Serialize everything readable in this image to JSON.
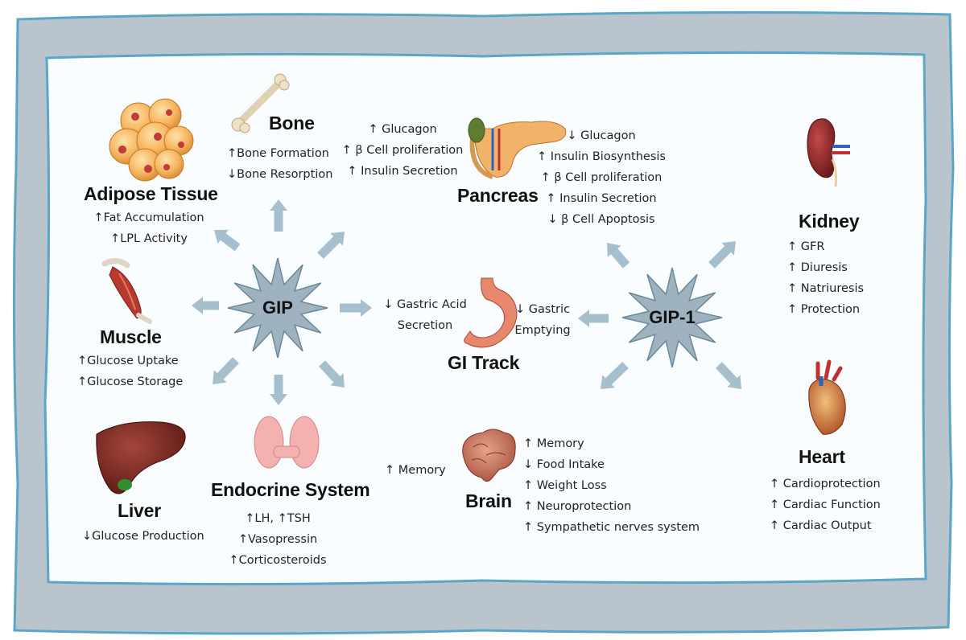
{
  "colors": {
    "frame_outer": "#b9c4cd",
    "frame_border": "#5aa6c8",
    "panel": "#fafdff",
    "star_fill": "#9eb3bf",
    "arrow_fill": "#a6bfcf"
  },
  "hubs": {
    "gip": "GIP",
    "gip1": "GIP-1"
  },
  "organs": {
    "adipose": {
      "title": "Adipose Tissue",
      "effects": [
        "↑Fat Accumulation",
        "↑LPL Activity"
      ]
    },
    "bone": {
      "title": "Bone",
      "effects": [
        "↑Bone Formation",
        "↓Bone Resorption"
      ]
    },
    "bone_pancreas_effects": [
      "↑ Glucagon",
      "↑ β Cell proliferation",
      "↑ Insulin Secretion"
    ],
    "pancreas": {
      "title": "Pancreas",
      "effects": [
        "↓ Glucagon",
        "↑ Insulin Biosynthesis",
        "↑ β Cell proliferation",
        "↑ Insulin Secretion",
        "↓ β Cell Apoptosis"
      ]
    },
    "kidney": {
      "title": "Kidney",
      "effects": [
        "↑ GFR",
        "↑ Diuresis",
        "↑ Natriuresis",
        "↑ Protection"
      ]
    },
    "muscle": {
      "title": "Muscle",
      "effects": [
        "↑Glucose Uptake",
        "↑Glucose Storage"
      ]
    },
    "gi": {
      "title": "GI Track",
      "gip_effects": [
        "↓ Gastric Acid",
        "Secretion"
      ],
      "gip1_effects": [
        "↓ Gastric",
        "Emptying"
      ]
    },
    "liver": {
      "title": "Liver",
      "effects": [
        "↓Glucose Production"
      ]
    },
    "endocrine": {
      "title": "Endocrine System",
      "effects": [
        "↑LH, ↑TSH",
        "↑Vasopressin",
        "↑Corticosteroids"
      ]
    },
    "brain": {
      "title": "Brain",
      "gip_effects": [
        "↑ Memory"
      ],
      "effects": [
        "↑ Memory",
        "↓ Food Intake",
        "↑ Weight Loss",
        "↑ Neuroprotection",
        "↑ Sympathetic nerves system"
      ]
    },
    "heart": {
      "title": "Heart",
      "effects": [
        "↑ Cardioprotection",
        "↑ Cardiac Function",
        "↑ Cardiac Output"
      ]
    }
  }
}
